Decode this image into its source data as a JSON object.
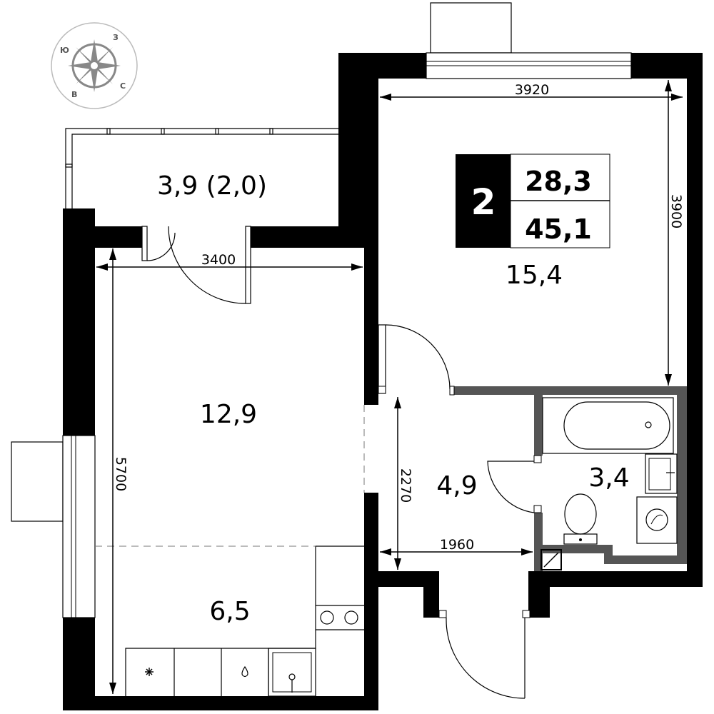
{
  "badge": {
    "rooms": "2",
    "living_area": "28,3",
    "total_area": "45,1"
  },
  "rooms": {
    "balcony": "3,9 (2,0)",
    "living_room": "12,9",
    "bedroom": "15,4",
    "hallway": "4,9",
    "bathroom": "3,4",
    "kitchen": "6,5"
  },
  "dimensions": {
    "bedroom_width": "3920",
    "bedroom_length": "3900",
    "living_width": "3400",
    "living_length": "5700",
    "hall_length": "2270",
    "hall_width": "1960"
  },
  "compass": {
    "north": "З",
    "west": "Ю",
    "south": "В",
    "east": "С"
  },
  "colors": {
    "wall": "#000000",
    "bath_wall": "#555555",
    "compass": "#888888"
  }
}
